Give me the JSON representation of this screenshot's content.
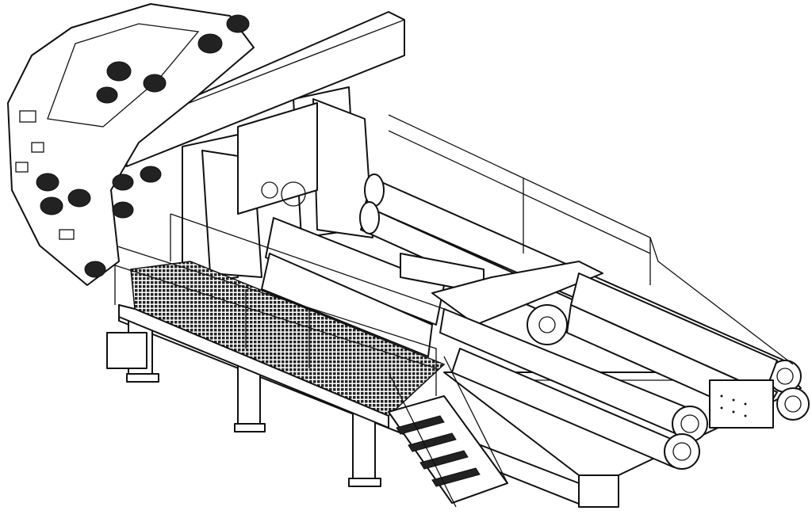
{
  "colors": {
    "line": "#111111",
    "background": "#ffffff"
  },
  "subject": {
    "components": [
      "cutterhead-icon",
      "top-beam",
      "gripper-frames",
      "thrust-cylinders",
      "walkway-platform",
      "handrails",
      "stairs",
      "support-legs",
      "base-rails"
    ]
  }
}
